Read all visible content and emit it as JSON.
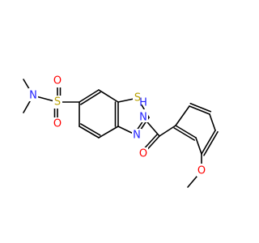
{
  "colors": {
    "bond": "#000000",
    "S": "#b8a000",
    "N": "#2222ff",
    "O": "#ff0000",
    "background": "#ffffff"
  },
  "atoms": {
    "n_amine": "N",
    "s_sulfonyl": "S",
    "o_sulfonyl_top": "O",
    "o_sulfonyl_bottom": "O",
    "s_thiazole": "S",
    "n_thiazole": "N",
    "nh_amide": "N",
    "h_amide": "H",
    "o_carbonyl": "O",
    "o_methoxy": "O"
  }
}
